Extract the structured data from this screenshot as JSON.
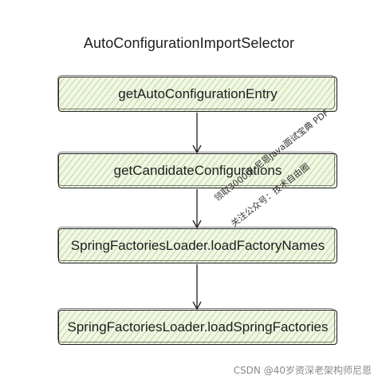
{
  "diagram": {
    "title": "AutoConfigurationImportSelector",
    "nodes": [
      {
        "label": "getAutoConfigurationEntry"
      },
      {
        "label": "getCandidateConfigurations"
      },
      {
        "label": "SpringFactoriesLoader.loadFactoryNames"
      },
      {
        "label": "SpringFactoriesLoader.loadSpringFactories"
      }
    ]
  },
  "watermark": {
    "line1": "领取3000页 尼恩Java面试宝典 PDF",
    "line2": "关注公众号：技术自由圈"
  },
  "footer": "CSDN @40岁资深老架构师尼恩",
  "colors": {
    "node_fill": "#f1f7e6",
    "hatch": "#96be5a",
    "stroke": "#1e1e1e"
  }
}
